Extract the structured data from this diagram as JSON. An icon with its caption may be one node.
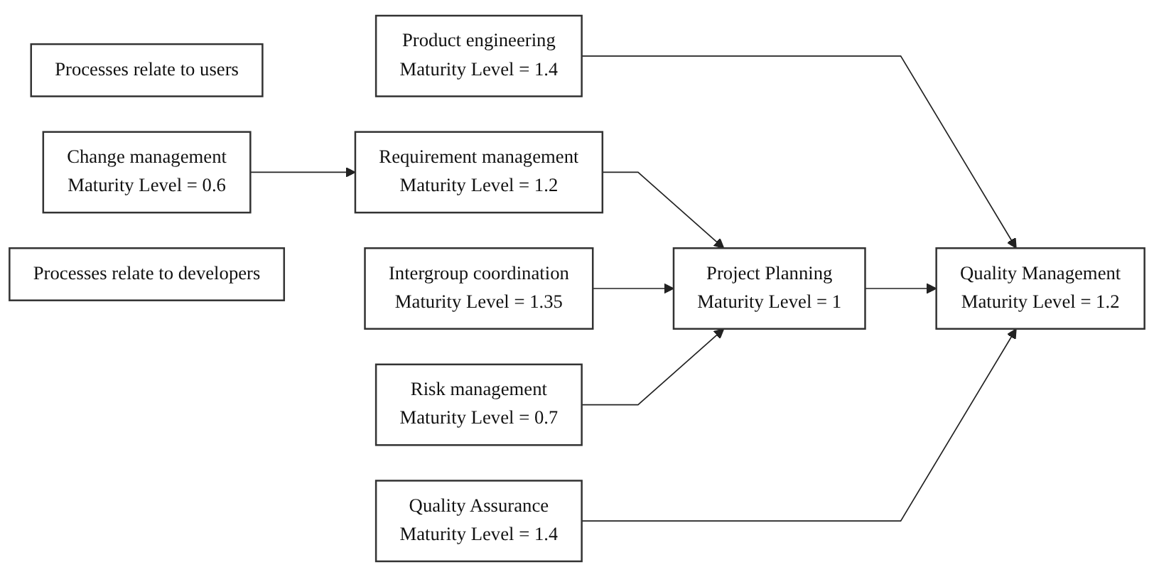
{
  "diagram": {
    "nodes": [
      {
        "text": [
          "Processes relate to users"
        ]
      },
      {
        "text": [
          "Product engineering",
          "Maturity Level = 1.4"
        ]
      },
      {
        "text": [
          "Change management",
          "Maturity Level = 0.6"
        ]
      },
      {
        "text": [
          "Requirement management",
          "Maturity Level = 1.2"
        ]
      },
      {
        "text": [
          "Quality Management",
          "Maturity Level = 1.2"
        ]
      },
      {
        "text": [
          "Processes relate to developers"
        ]
      },
      {
        "text": [
          "Intergroup coordination",
          "Maturity Level = 1.35"
        ]
      },
      {
        "text": [
          "Project Planning",
          "Maturity Level = 1"
        ]
      },
      {
        "text": [
          "Risk management",
          "Maturity Level = 0.7"
        ]
      },
      {
        "text": [
          "Quality Assurance",
          "Maturity Level = 1.4"
        ]
      }
    ],
    "edges": [
      {
        "from": 2,
        "to": 3,
        "arrow": "to"
      },
      {
        "from": 1,
        "to": 4,
        "arrow": "to"
      },
      {
        "from": 3,
        "to": 7,
        "arrow": "to"
      },
      {
        "from": 6,
        "to": 7,
        "arrow": "to"
      },
      {
        "from": 8,
        "to": 7,
        "arrow": "to"
      },
      {
        "from": 7,
        "to": 4,
        "arrow": "to"
      },
      {
        "from": 9,
        "to": 4,
        "arrow": "to"
      }
    ]
  }
}
